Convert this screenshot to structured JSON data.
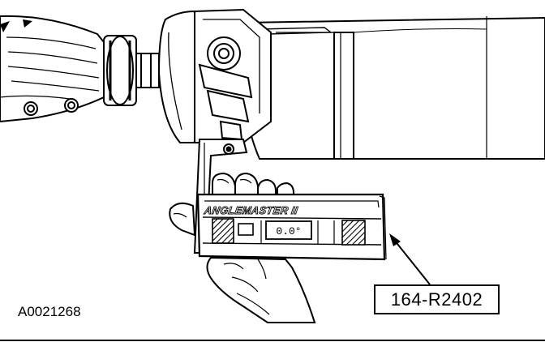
{
  "figure": {
    "id": "A0021268",
    "callout_label": "164-R2402"
  },
  "tool": {
    "name": "ANGLEMASTER II",
    "reading": "0.0°"
  },
  "colors": {
    "ink": "#000000",
    "paper": "#ffffff",
    "shade": "#d9d9d9"
  }
}
